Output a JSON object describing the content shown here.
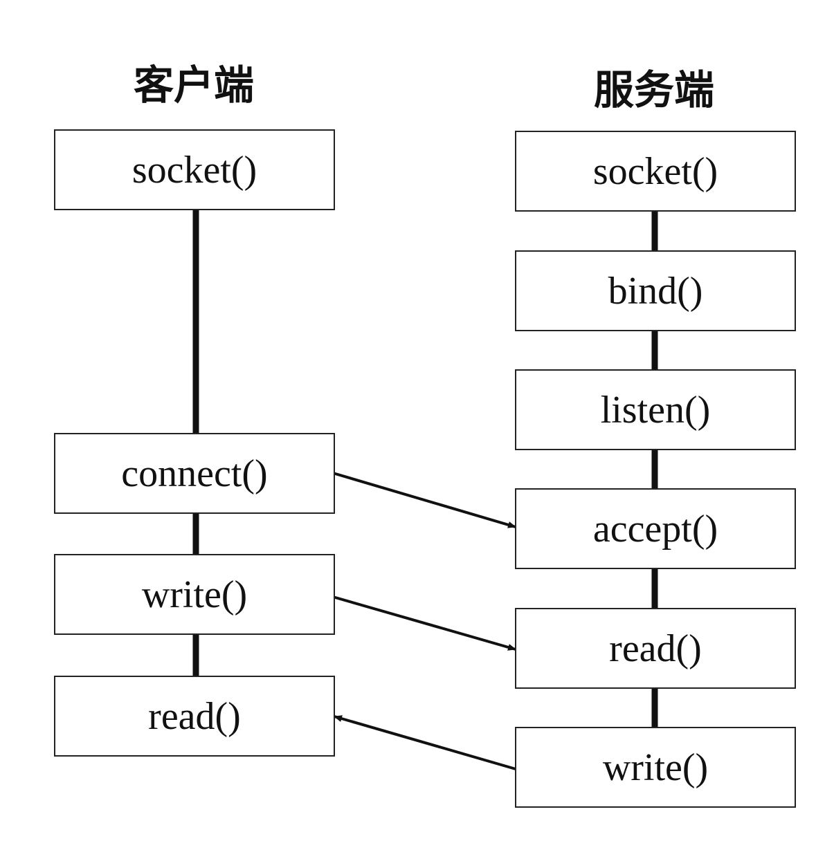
{
  "client": {
    "title": "客户端",
    "steps": [
      "socket()",
      "connect()",
      "write()",
      "read()"
    ]
  },
  "server": {
    "title": "服务端",
    "steps": [
      "socket()",
      "bind()",
      "listen()",
      "accept()",
      "read()",
      "write()"
    ]
  },
  "messages": [
    {
      "from": "client.connect()",
      "to": "server.accept()"
    },
    {
      "from": "client.write()",
      "to": "server.read()"
    },
    {
      "from": "server.write()",
      "to": "client.read()"
    }
  ],
  "colors": {
    "line": "#111111",
    "box_border": "#222222",
    "text": "#111111",
    "background": "#ffffff"
  }
}
